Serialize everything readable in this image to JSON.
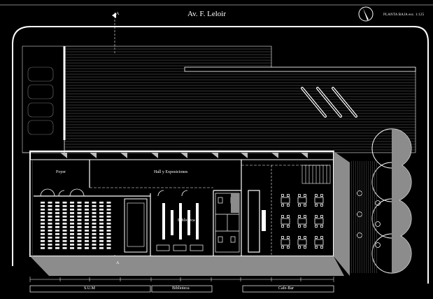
{
  "street_name": "Av. F. Leloir",
  "sheet_title": "PLANTA BAJA  esc. 1:125",
  "rooms": {
    "foyer": "Foyer",
    "hall": "Hall y Exposiciones",
    "biblioteca": "Biblioteca"
  },
  "zones": {
    "sum": "S.U.M",
    "biblioteca": "Biblioteca",
    "cafe": "Cafe-Bar"
  },
  "section_marker": "A",
  "colors": {
    "background": "#000000",
    "line": "#ffffff",
    "fill_gray": "#8c8c8c",
    "hatch": "#6e6e6e"
  }
}
